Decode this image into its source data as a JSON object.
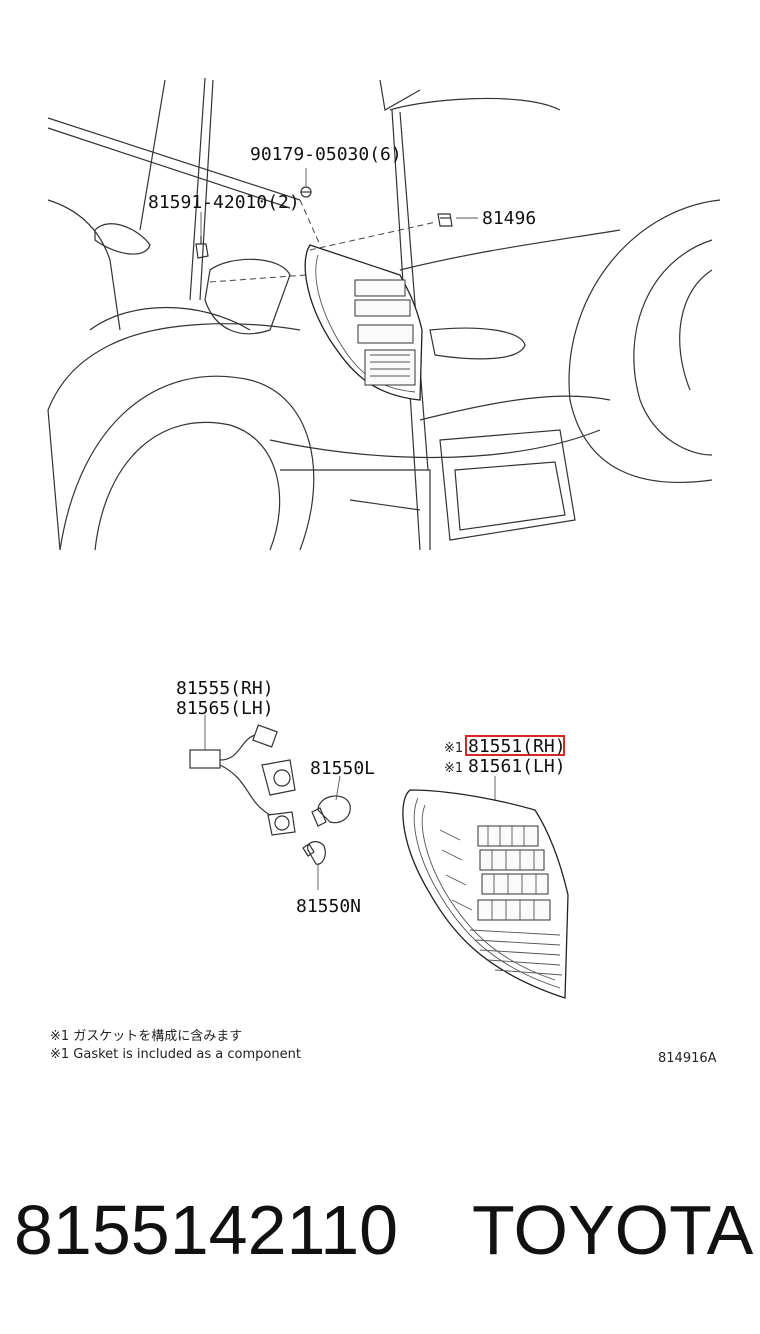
{
  "top": {
    "callout_bolt": "90179-05030(6)",
    "callout_clip": "81591-42010(2)",
    "callout_nut": "81496"
  },
  "bottom": {
    "callout_socket_rh": "81555(RH)",
    "callout_socket_lh": "81565(LH)",
    "callout_bulb_l": "81550L",
    "callout_bulb_n": "81550N",
    "mark": "※1",
    "callout_lamp_rh": "81551(RH)",
    "callout_lamp_lh": "81561(LH)",
    "note_jp": "※1 ガスケットを構成に含みます",
    "note_en": "※1 Gasket is included as a component",
    "ref_code": "814916A"
  },
  "footer": {
    "part_number": "8155142110",
    "brand": "TOYOTA"
  },
  "colors": {
    "highlight": "#d62828",
    "ink": "#111111"
  }
}
